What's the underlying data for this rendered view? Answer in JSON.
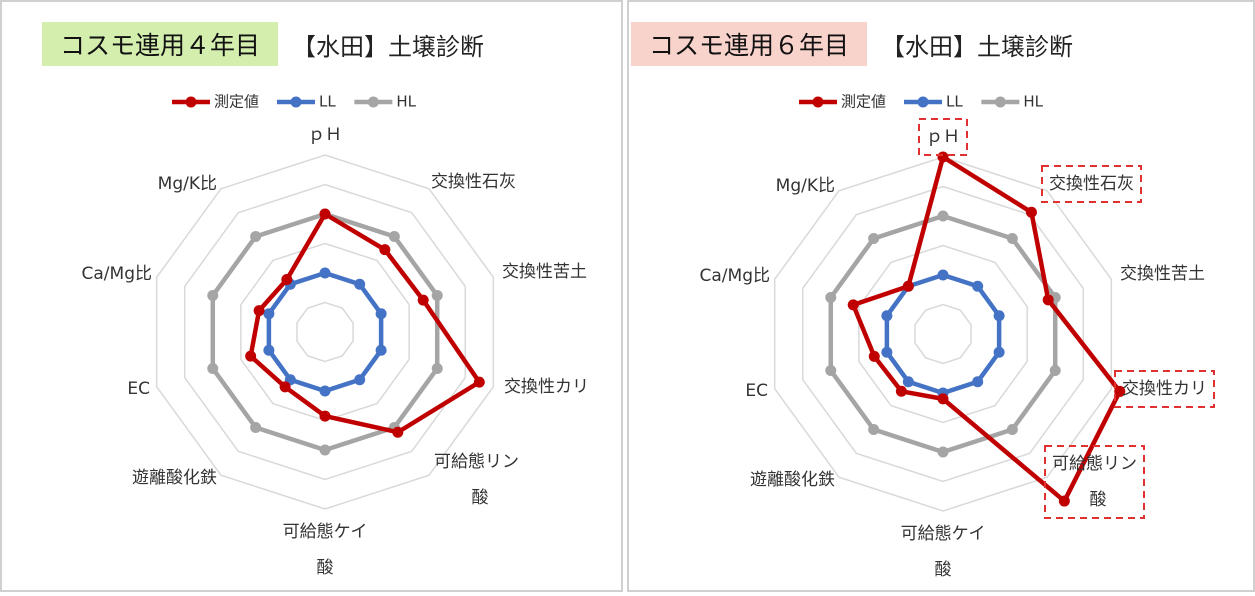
{
  "colors": {
    "measured": "#c00000",
    "ll": "#4472c4",
    "hl": "#a5a5a5",
    "grid": "#d9d9d9",
    "highlight": "#e03030"
  },
  "chart_data": [
    {
      "type": "radar",
      "title": "コスモ連用４年目",
      "subtitle": "【水田】土壌診断",
      "title_bg": "#d4eeae",
      "legend": [
        "測定値",
        "LL",
        "HL"
      ],
      "legend_position": "top",
      "axes": [
        "ｐＨ",
        "交換性石灰",
        "交換性苦土",
        "交換性カリ",
        "可給態リン|酸",
        "可給態ケイ|酸",
        "遊離酸化鉄",
        "EC",
        "Ca/Mg比",
        "Mg/K比"
      ],
      "highlighted_axes": [],
      "range": [
        0,
        6
      ],
      "rings": 6,
      "series": [
        {
          "name": "測定値",
          "values": [
            4.0,
            3.45,
            3.5,
            5.5,
            4.2,
            2.85,
            2.3,
            2.65,
            2.35,
            2.2
          ]
        },
        {
          "name": "LL",
          "values": [
            2,
            2,
            2,
            2,
            2,
            2,
            2,
            2,
            2,
            2
          ]
        },
        {
          "name": "HL",
          "values": [
            4,
            4,
            4,
            4,
            4,
            4,
            4,
            4,
            4,
            4
          ]
        }
      ]
    },
    {
      "type": "radar",
      "title": "コスモ連用６年目",
      "subtitle": "【水田】土壌診断",
      "title_bg": "#f8d3cb",
      "legend": [
        "測定値",
        "LL",
        "HL"
      ],
      "legend_position": "top",
      "axes": [
        "ｐＨ",
        "交換性石灰",
        "交換性苦土",
        "交換性カリ",
        "可給態リン|酸",
        "可給態ケイ|酸",
        "遊離酸化鉄",
        "EC",
        "Ca/Mg比",
        "Mg/K比"
      ],
      "highlighted_axes": [
        0,
        1,
        3,
        4
      ],
      "range": [
        0,
        6
      ],
      "rings": 6,
      "series": [
        {
          "name": "測定値",
          "values": [
            6.0,
            5.1,
            3.75,
            6.3,
            7.0,
            2.2,
            2.4,
            2.45,
            3.2,
            2.0
          ]
        },
        {
          "name": "LL",
          "values": [
            2,
            2,
            2,
            2,
            2,
            2,
            2,
            2,
            2,
            2
          ]
        },
        {
          "name": "HL",
          "values": [
            4,
            4,
            4,
            4,
            4,
            4,
            4,
            4,
            4,
            4
          ]
        }
      ]
    }
  ]
}
